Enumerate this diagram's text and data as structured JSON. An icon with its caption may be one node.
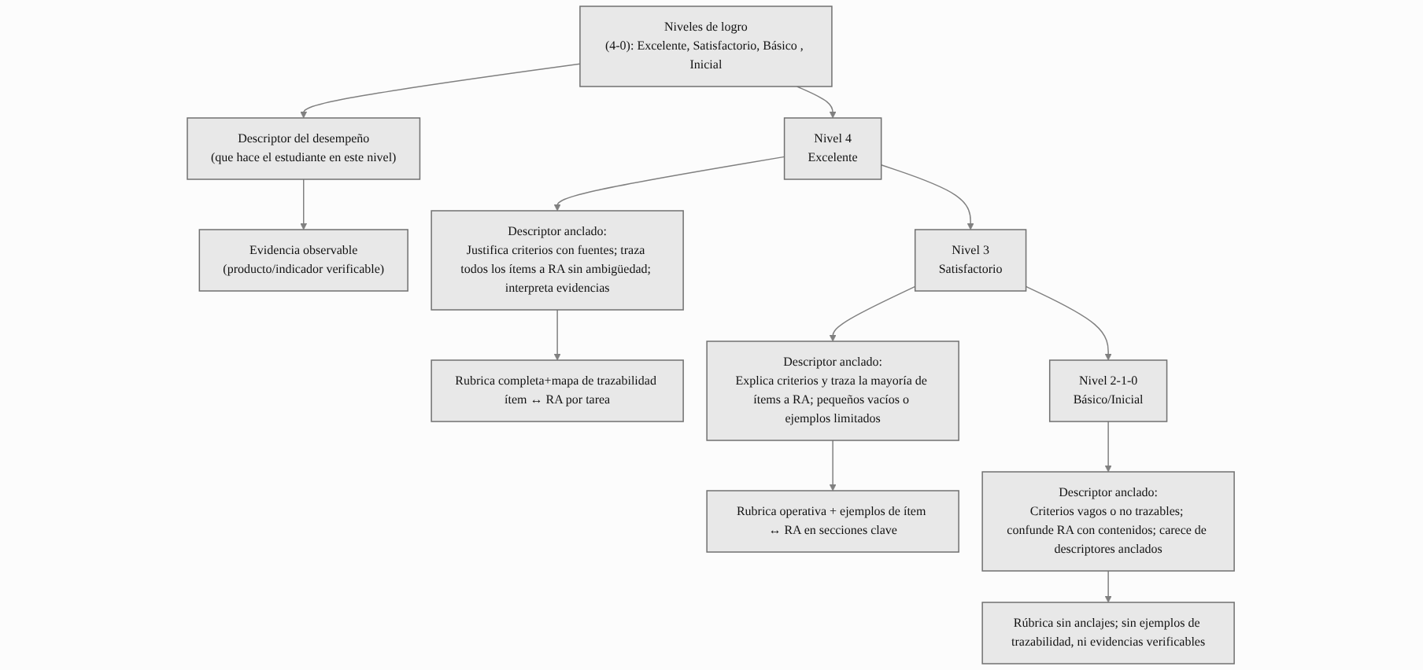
{
  "diagram": {
    "nodes": [
      {
        "text": [
          "Niveles de logro",
          "(4-0): Excelente, Satisfactorio, Básico , Inicial"
        ]
      },
      {
        "text": [
          "Descriptor del desempeño",
          "(que hace el estudiante en este nivel)"
        ]
      },
      {
        "text": [
          "Evidencia observable",
          "(producto/indicador verificable)"
        ]
      },
      {
        "text": [
          "Nivel 4",
          "Excelente"
        ]
      },
      {
        "text": [
          "Descriptor anclado:",
          "Justifica criterios con fuentes; traza todos los ítems a RA sin ambigüedad; interpreta evidencias"
        ]
      },
      {
        "text": [
          "Rubrica completa+mapa de trazabilidad ítem ↔ RA por tarea"
        ]
      },
      {
        "text": [
          "Nivel 3",
          "Satisfactorio"
        ]
      },
      {
        "text": [
          "Descriptor anclado:",
          "Explica criterios y traza la mayoría de ítems a RA; pequeños vacíos o ejemplos limitados"
        ]
      },
      {
        "text": [
          "Rubrica operativa + ejemplos de ítem ↔ RA en secciones clave"
        ]
      },
      {
        "text": [
          "Nivel 2-1-0",
          "Básico/Inicial"
        ]
      },
      {
        "text": [
          "Descriptor anclado:",
          "Criterios vagos o no trazables; confunde RA con contenidos; carece de descriptores anclados"
        ]
      },
      {
        "text": [
          "Rúbrica sin anclajes; sin ejemplos de trazabilidad, ni evidencias verificables"
        ]
      }
    ],
    "edges": [
      {
        "from": 0,
        "to": 1,
        "arrow": "to"
      },
      {
        "from": 1,
        "to": 2,
        "arrow": "to"
      },
      {
        "from": 0,
        "to": 3,
        "arrow": "to"
      },
      {
        "from": 3,
        "to": 4,
        "arrow": "to"
      },
      {
        "from": 4,
        "to": 5,
        "arrow": "to"
      },
      {
        "from": 3,
        "to": 6,
        "arrow": "to"
      },
      {
        "from": 6,
        "to": 7,
        "arrow": "to"
      },
      {
        "from": 7,
        "to": 8,
        "arrow": "to"
      },
      {
        "from": 6,
        "to": 9,
        "arrow": "to"
      },
      {
        "from": 9,
        "to": 10,
        "arrow": "to"
      },
      {
        "from": 10,
        "to": 11,
        "arrow": "to"
      }
    ]
  }
}
